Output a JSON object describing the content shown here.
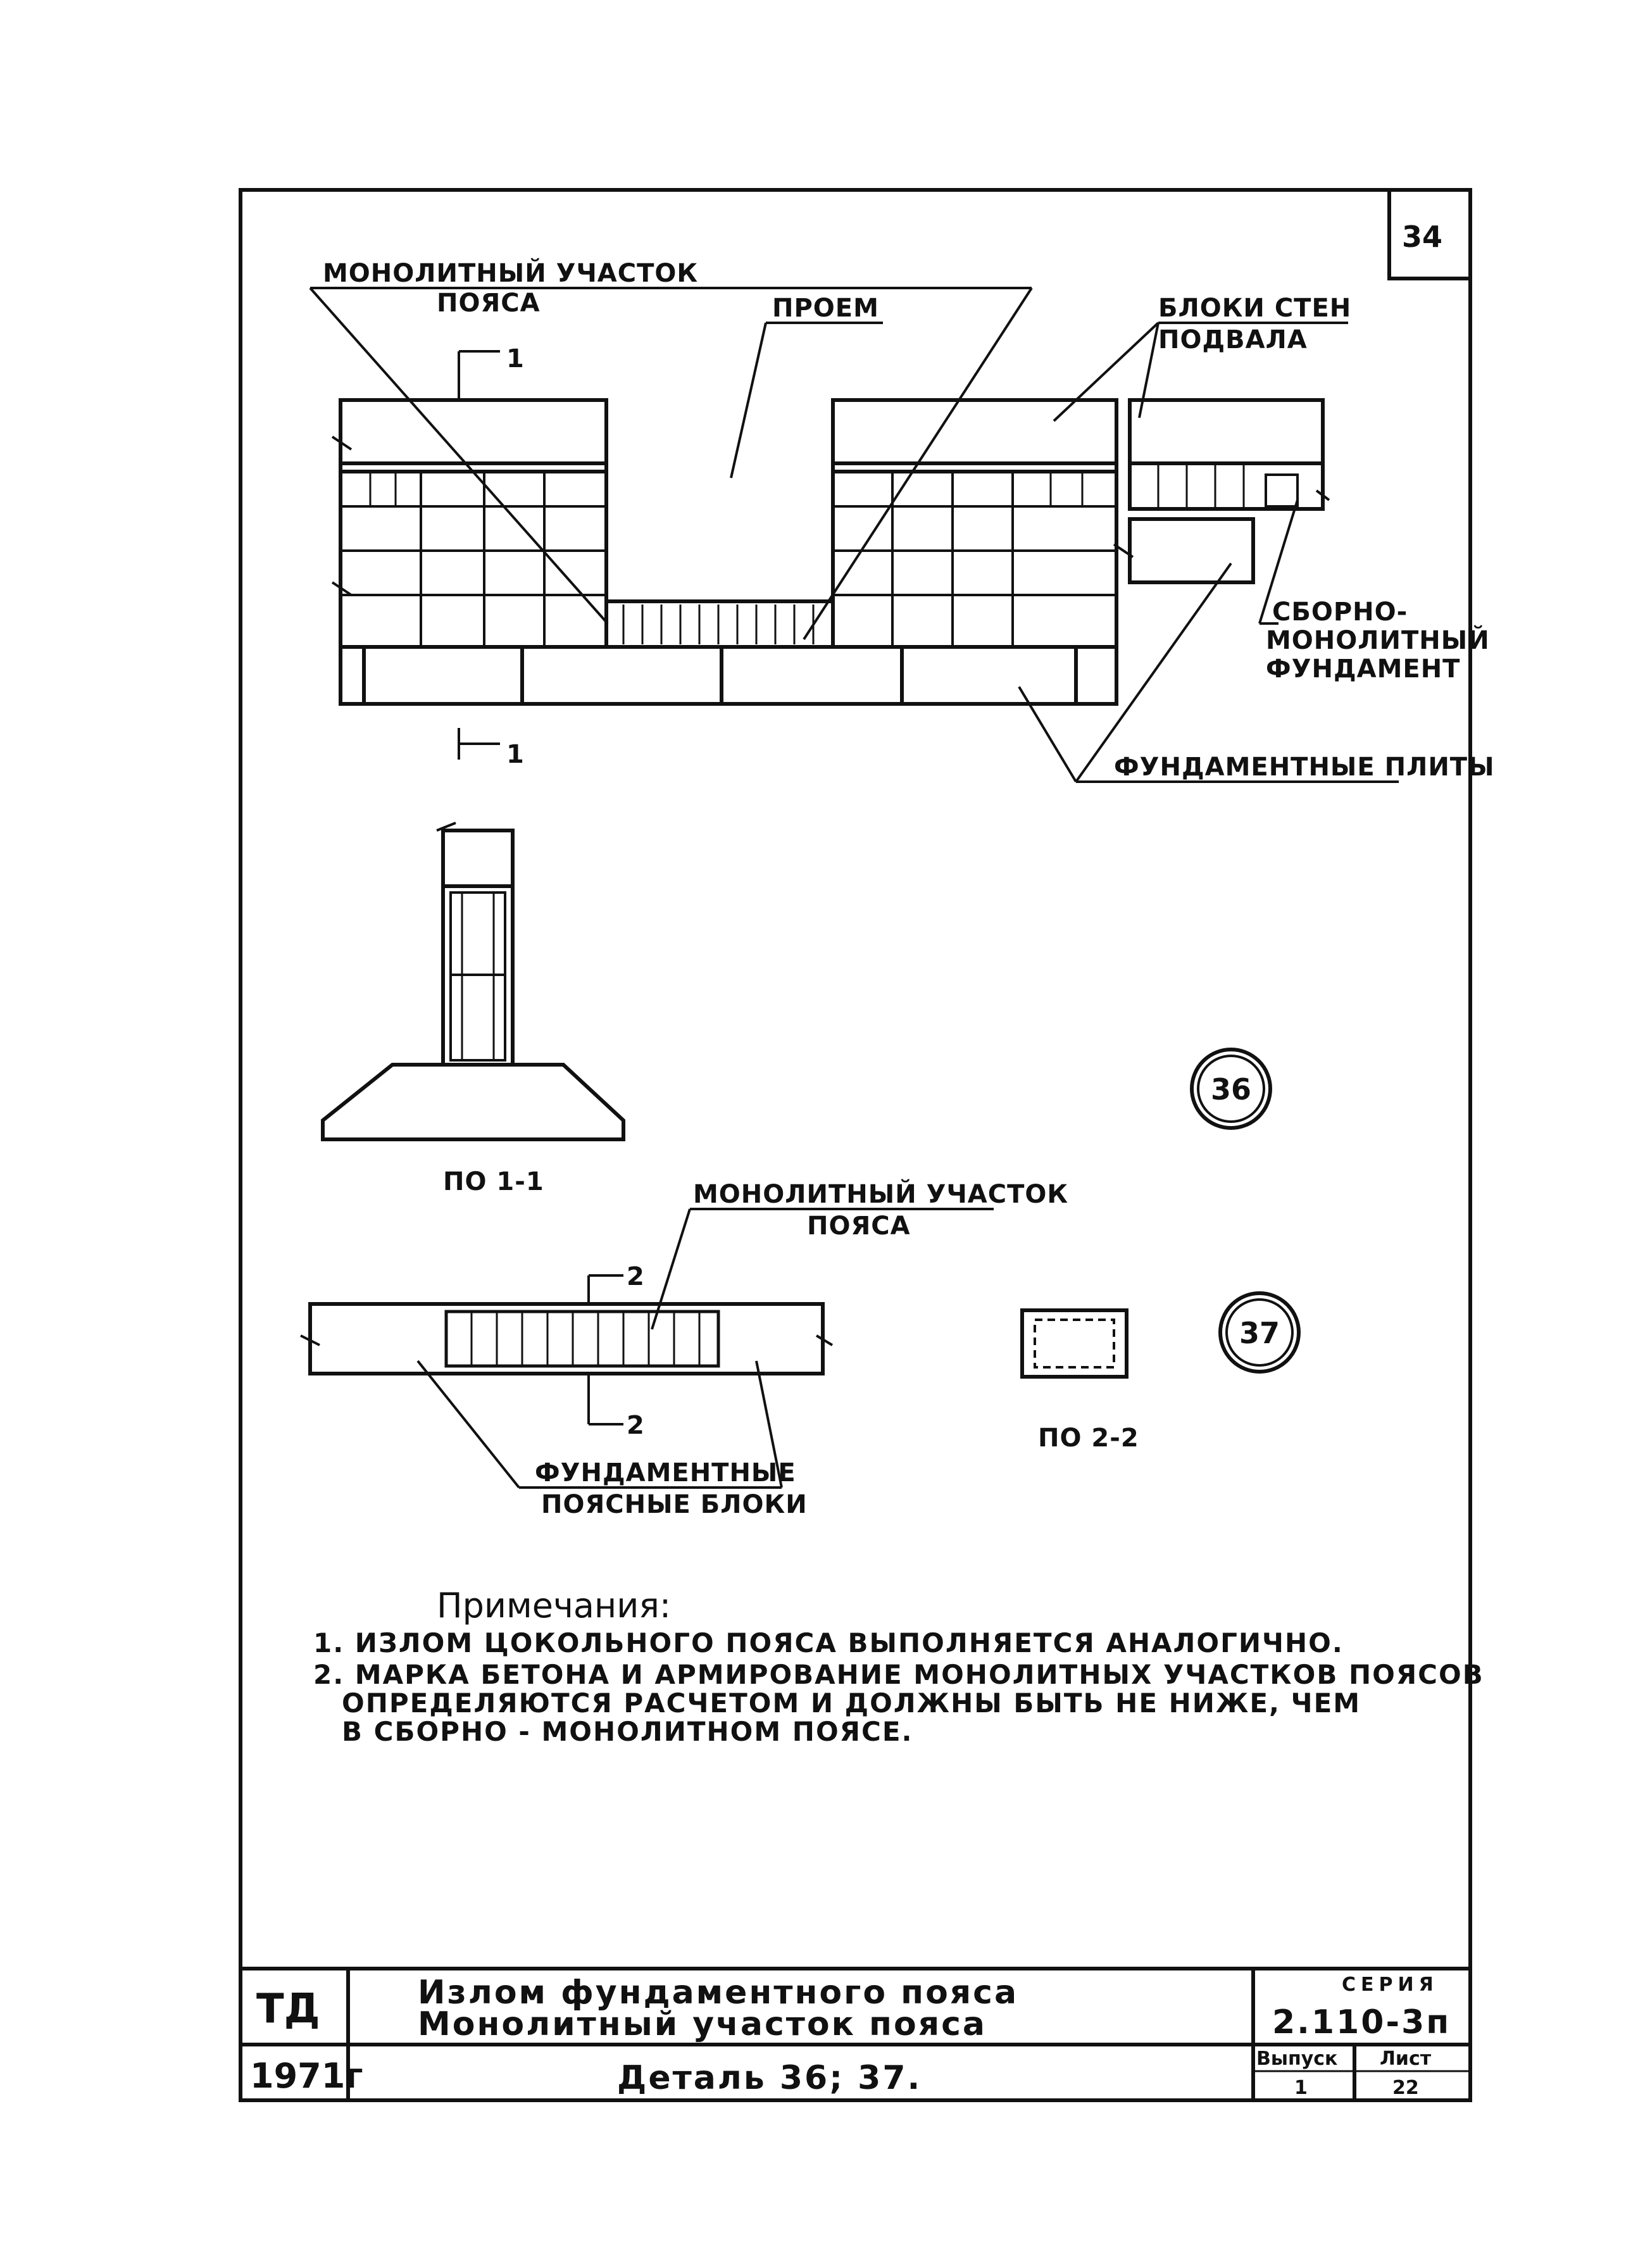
{
  "sheet": {
    "number": "34"
  },
  "top_drawing": {
    "label_monolith_1": "МОНОЛИТНЫЙ  УЧАСТОК",
    "label_monolith_2": "ПОЯСА",
    "label_opening": "ПРОЕМ",
    "label_wall_blocks_1": "БЛОКИ  СТЕН",
    "label_wall_blocks_2": "ПОДВАЛА",
    "label_prefab_1": "СБОРНО-",
    "label_prefab_2": "МОНОЛИТНЫЙ",
    "label_prefab_3": "ФУНДАМЕНТ",
    "label_slabs": "ФУНДАМЕНТНЫЕ  ПЛИТЫ",
    "cut_top": "1",
    "cut_bottom": "1"
  },
  "section_1": {
    "caption": "ПО 1-1"
  },
  "detail_36": {
    "marker": "36"
  },
  "detail_37": {
    "marker": "37",
    "label_monolith_1": "МОНОЛИТНЫЙ  УЧАСТОК",
    "label_monolith_2": "ПОЯСА",
    "label_blocks_1": "ФУНДАМЕНТНЫЕ",
    "label_blocks_2": "ПОЯСНЫЕ  БЛОКИ",
    "cut_top": "2",
    "cut_bottom": "2",
    "section_caption": "ПО 2-2"
  },
  "notes": {
    "heading": "Примечания:",
    "n1": "1. ИЗЛОМ  ЦОКОЛЬНОГО  ПОЯСА  ВЫПОЛНЯЕТСЯ  АНАЛОГИЧНО.",
    "n2a": "2. МАРКА  БЕТОНА   И АРМИРОВАНИЕ  МОНОЛИТНЫХ  УЧАСТКОВ  ПОЯСОВ",
    "n2b": "ОПРЕДЕЛЯЮТСЯ  РАСЧЕТОМ  И ДОЛЖНЫ  БЫТЬ  НЕ  НИЖЕ,  ЧЕМ",
    "n2c": "В  СБОРНО - МОНОЛИТНОМ  ПОЯСЕ."
  },
  "title_block": {
    "org": "ТД",
    "year": "1971г",
    "title_1": "Излом  фундаментного  пояса",
    "title_2": "Монолитный  участок  пояса",
    "detail": "Деталь 36; 37.",
    "series_label": "СЕРИЯ",
    "series_value": "2.110-3п",
    "issue_label": "Выпуск",
    "issue_value": "1",
    "sheet_label": "Лист",
    "sheet_value": "22"
  }
}
